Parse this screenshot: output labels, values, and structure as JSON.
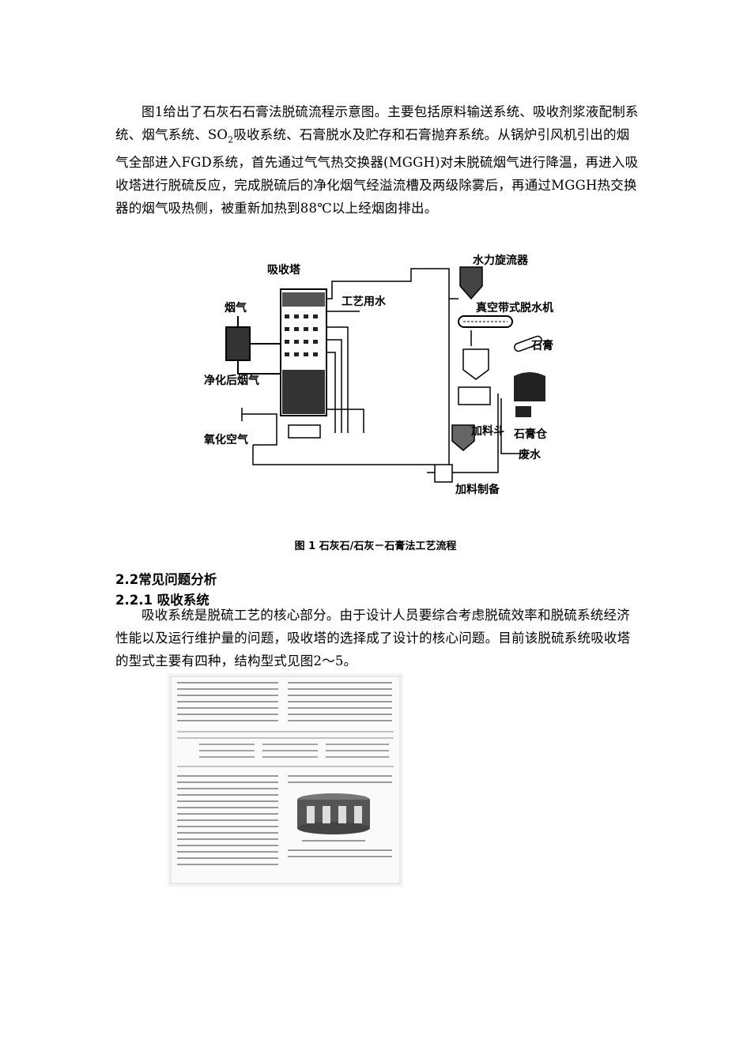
{
  "paragraph1": {
    "part1": "图1给出了石灰石石膏法脱硫流程示意图。主要包括原料输送系统、吸收剂浆液配制系统、烟气系统、SO",
    "sub": "2",
    "part2": "吸收系统、石膏脱水及贮存和石膏抛弃系统。从锅炉引风机引出的烟气全部进入FGD系统，首先通过气气热交换器(MGGH)对未脱硫烟气进行降温，再进入吸收塔进行脱硫反应，完成脱硫后的净化烟气经溢流槽及两级除雾后，再通过MGGH热交换器的烟气吸热侧，被重新加热到88℃以上经烟囱排出。"
  },
  "figure1": {
    "labels": {
      "absorber": "吸收塔",
      "flue_gas": "烟气",
      "process_water": "工艺用水",
      "clean_gas": "净化后烟气",
      "oxidation_air": "氧化空气",
      "hydrocyclone": "水力旋流器",
      "vacuum_filter": "真空带式脱水机",
      "gypsum": "石膏",
      "gypsum_silo": "石膏仓",
      "hopper": "加料斗",
      "wastewater": "废水",
      "feed_prep": "加料制备"
    },
    "caption": "图 1   石灰石/石灰－石膏法工艺流程"
  },
  "section": {
    "heading": "2.2常见问题分析",
    "subheading": "2.2.1 吸收系统"
  },
  "paragraph2": "吸收系统是脱硫工艺的核心部分。由于设计人员要综合考虑脱硫效率和脱硫系统经济性能以及运行维护量的问题，吸收塔的选择成了设计的核心问题。目前该脱硫系统吸收塔的型式主要有四种，结构型式见图2～5。"
}
